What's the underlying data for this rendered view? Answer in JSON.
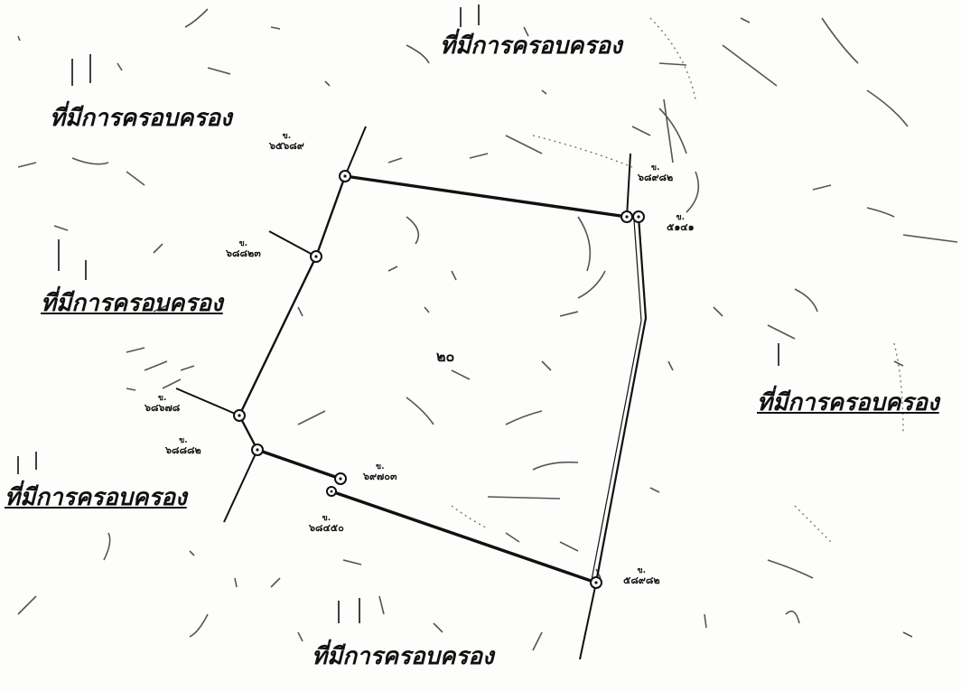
{
  "adjacent_labels": [
    "ที่มีการครอบครอง",
    "ที่มีการครอบครอง",
    "ที่มีการครอบครอง",
    "ที่มีการครอบครอง",
    "ที่มีการครอบครอง",
    "ที่มีการครอบครอง"
  ],
  "parcel_area_label": "๒๐",
  "survey_points": [
    {
      "mark": "ข.",
      "number": "๖๕๖๘๙"
    },
    {
      "mark": "ข.",
      "number": "๖๘๙๘๒"
    },
    {
      "mark": "ข.",
      "number": "๕๑๔๑"
    },
    {
      "mark": "ข.",
      "number": "๖๘๘๒๓"
    },
    {
      "mark": "ข.",
      "number": "๖๘๖๗๘"
    },
    {
      "mark": "ข.",
      "number": "๖๘๘๘๒"
    },
    {
      "mark": "ข.",
      "number": "๖๙๗๐๓"
    },
    {
      "mark": "ข.",
      "number": "๖๘๔๕๐"
    },
    {
      "mark": "ข.",
      "number": "๕๘๙๘๒"
    }
  ],
  "colors": {
    "ink": "#111111",
    "paper": "#fdfdfb",
    "sketch": "#555555"
  }
}
